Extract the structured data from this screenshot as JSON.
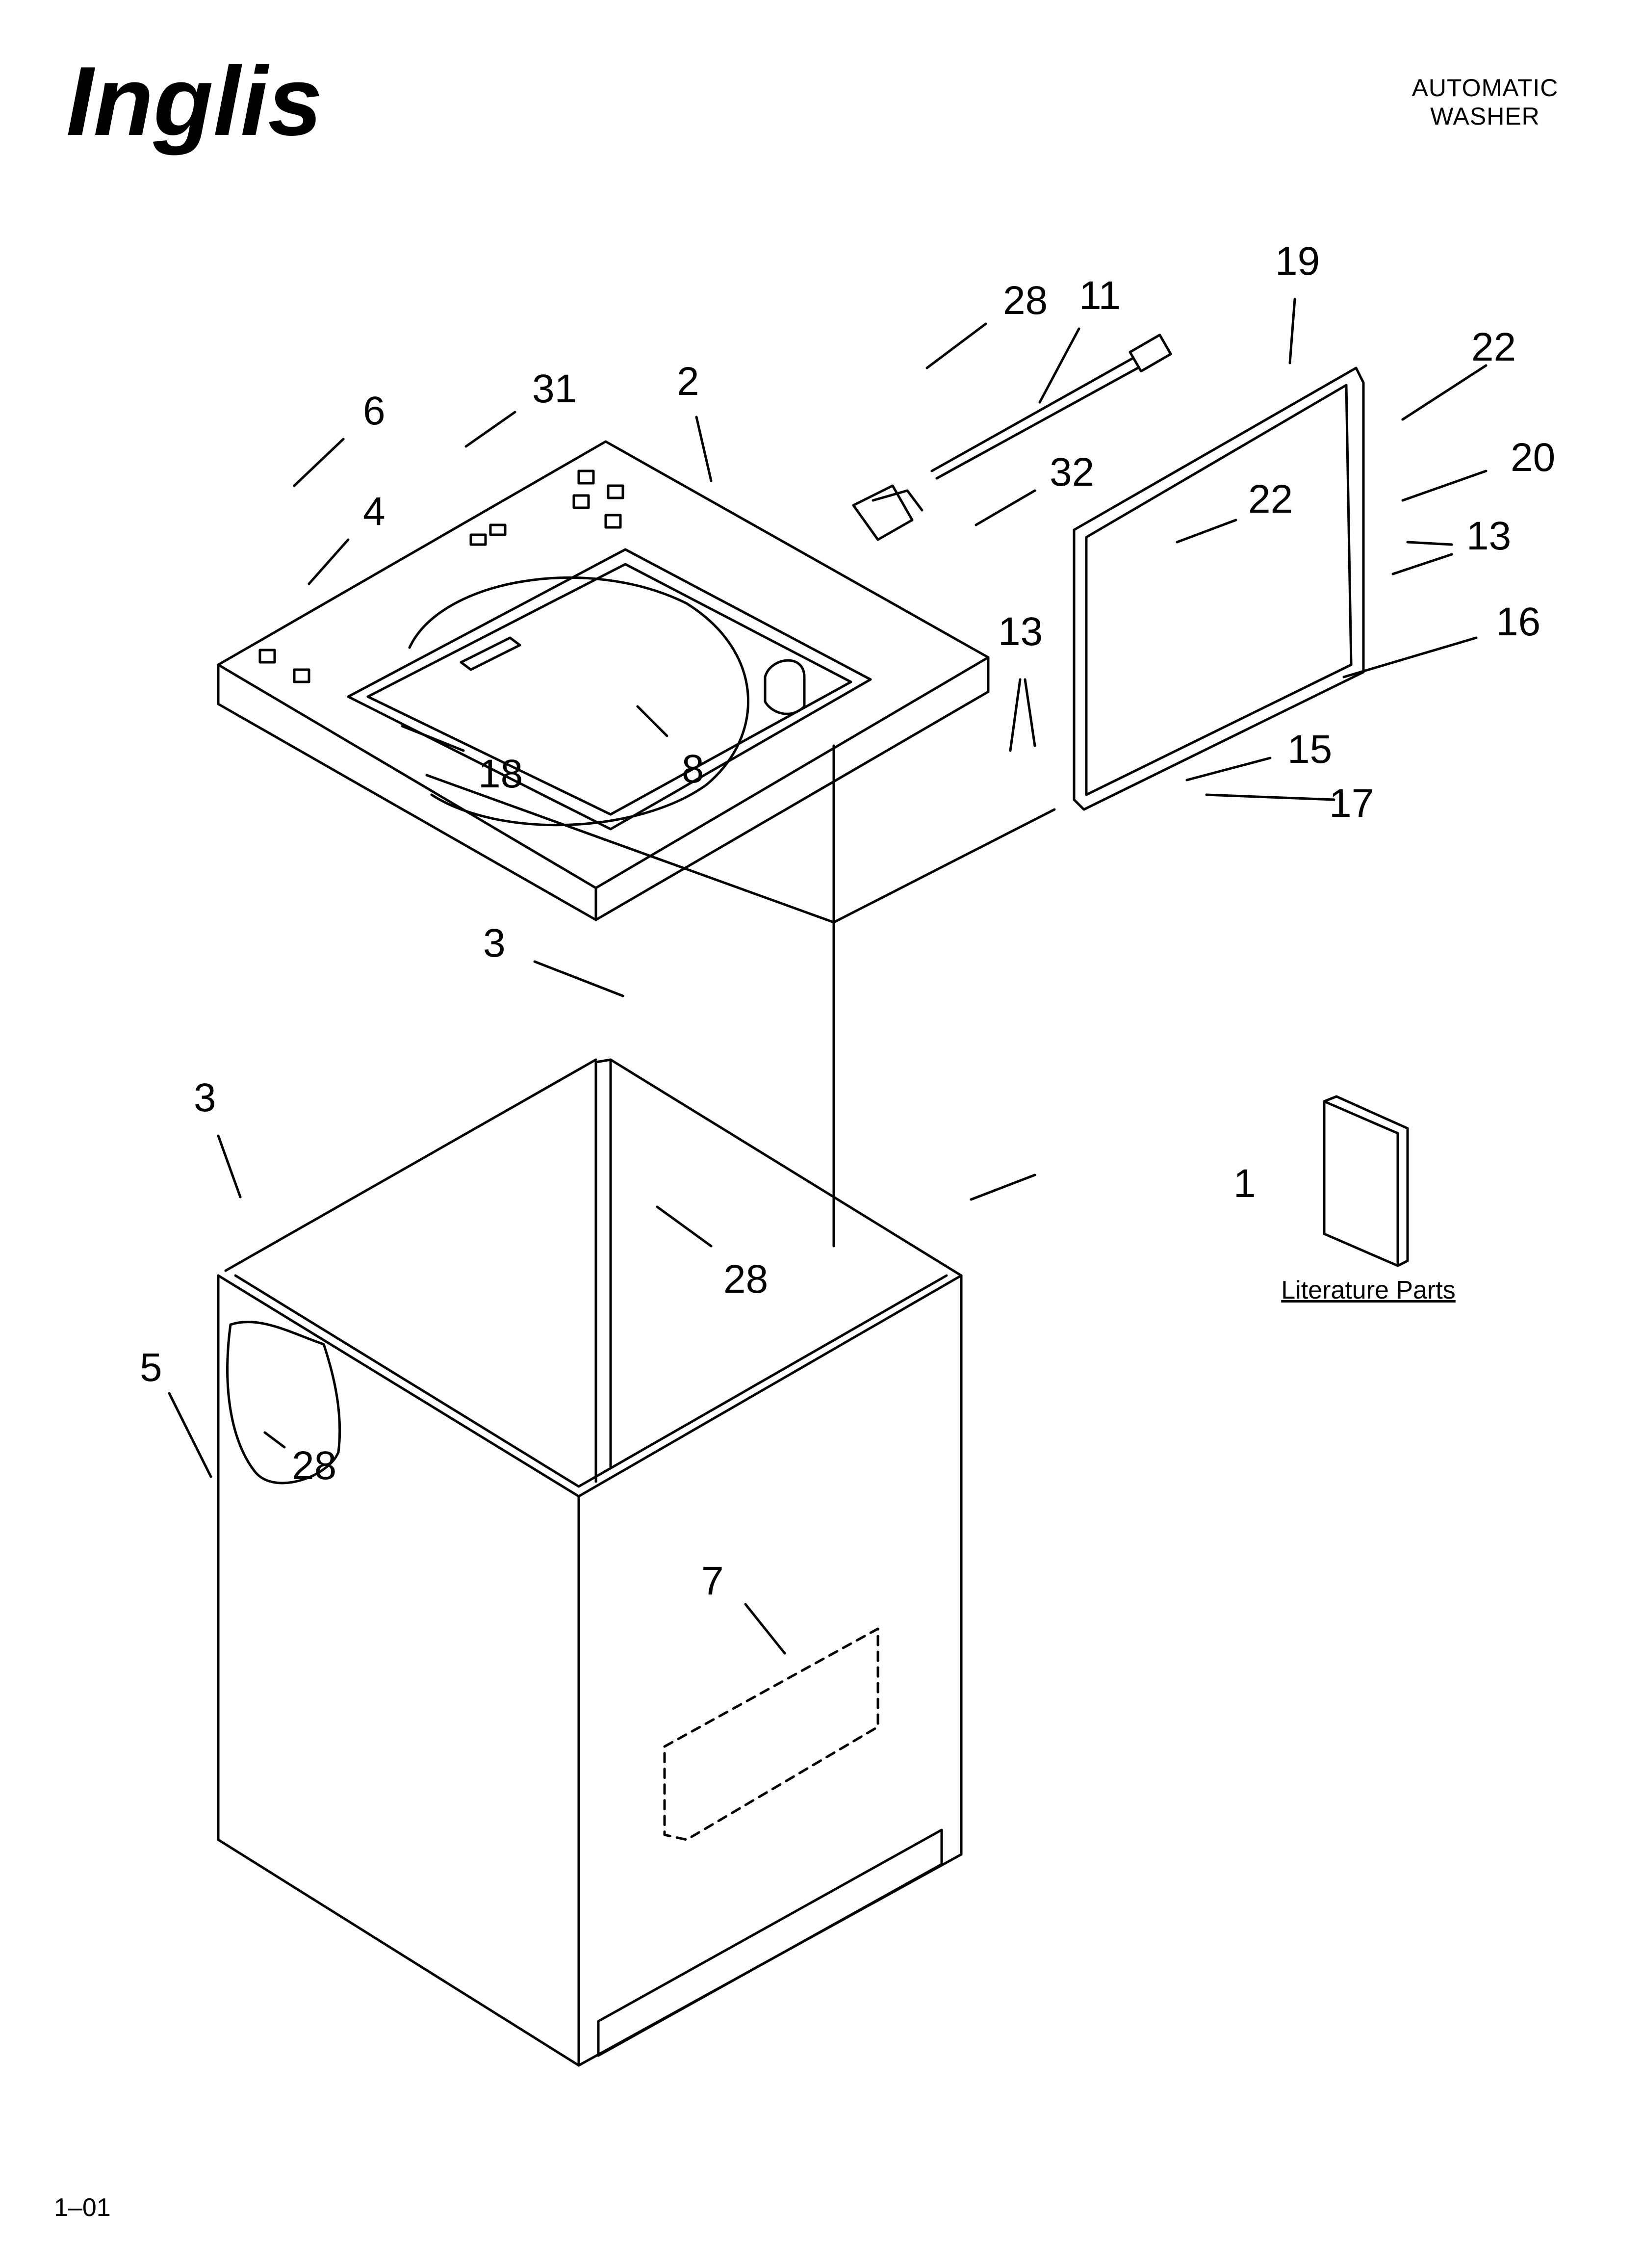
{
  "header": {
    "brand": "Inglis",
    "title_line1": "AUTOMATIC",
    "title_line2": "WASHER"
  },
  "callouts": {
    "c1": "1",
    "c2": "2",
    "c3a": "3",
    "c3b": "3",
    "c4": "4",
    "c5": "5",
    "c6": "6",
    "c7": "7",
    "c8": "8",
    "c11": "11",
    "c13a": "13",
    "c13b": "13",
    "c15": "15",
    "c16": "16",
    "c17": "17",
    "c18": "18",
    "c19": "19",
    "c20": "20",
    "c22a": "22",
    "c22b": "22",
    "c28a": "28",
    "c28b": "28",
    "c28c": "28",
    "c31": "31",
    "c32": "32"
  },
  "literature_label": "Literature Parts",
  "page_number": "1–01"
}
